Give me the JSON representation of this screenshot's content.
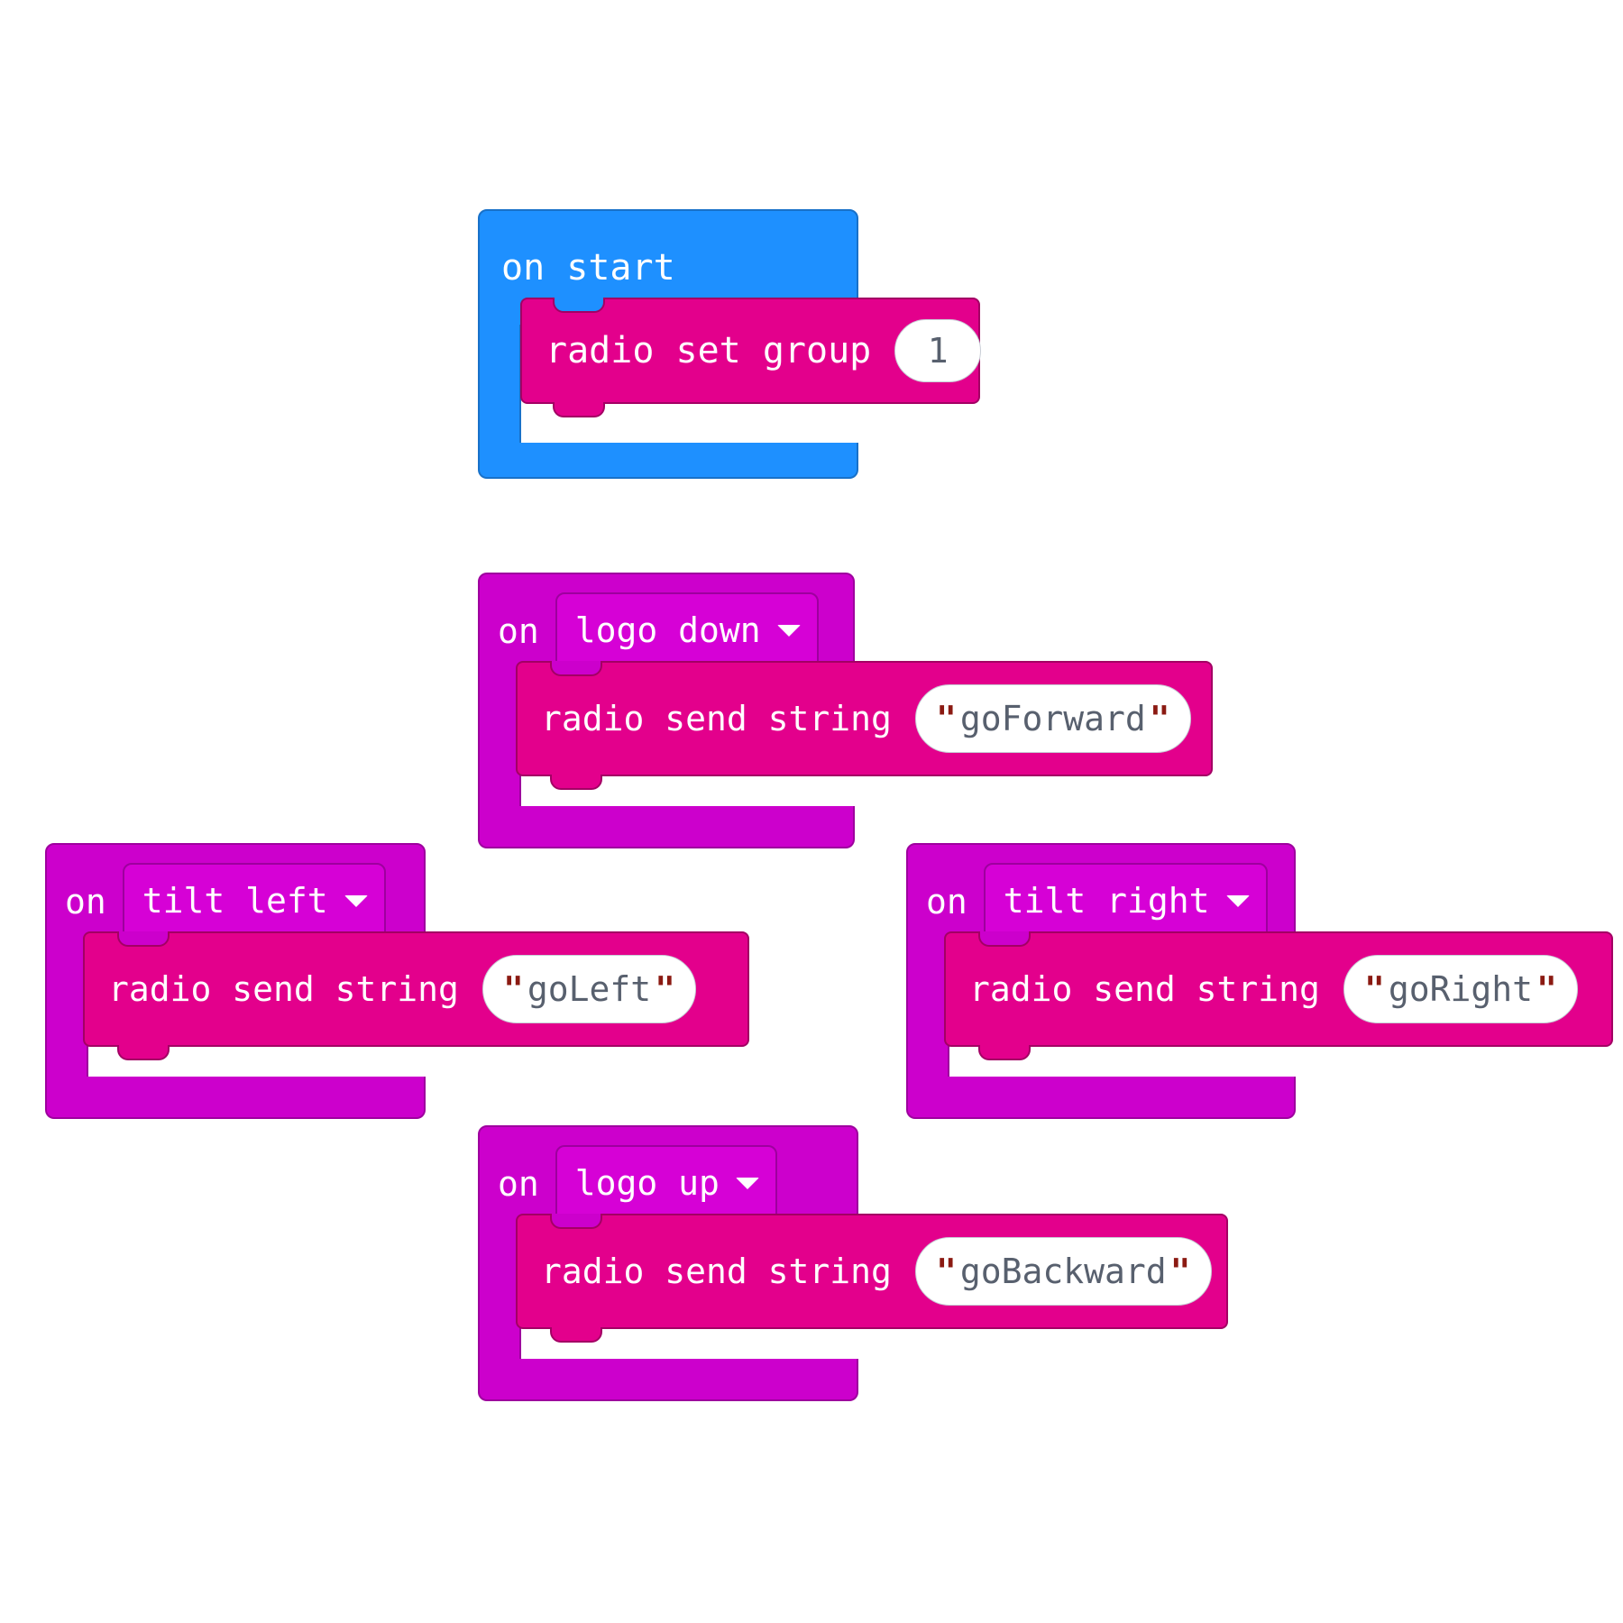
{
  "editor": {
    "name": "makecode-blocks-workspace",
    "background": "#ffffff"
  },
  "palette": {
    "event_start_fill": "#1E90FF",
    "event_start_border": "#1871C9",
    "event_input_fill": "#CC00CC",
    "event_input_border": "#9E009E",
    "event_input_field_fill": "#D601D6",
    "event_input_field_border": "#9E009E",
    "radio_fill": "#E3008C",
    "radio_border": "#A30064",
    "field_text": "#58606e",
    "field_bg": "#ffffff",
    "quote_color": "#8b1a12",
    "block_text": "#ffffff"
  },
  "scripts": [
    {
      "id": "script-on-start",
      "event": {
        "kind": "on-start",
        "on_label": "on start",
        "has_dropdown": false
      },
      "statement": {
        "kind": "radio-set-group",
        "label": "radio set group",
        "field_type": "number",
        "value": "1"
      }
    },
    {
      "id": "script-logo-down",
      "event": {
        "kind": "on-input-event",
        "on_label": "on",
        "has_dropdown": true,
        "dropdown_value": "logo down",
        "dropdown_icon": "chevron-down-icon"
      },
      "statement": {
        "kind": "radio-send-string",
        "label": "radio send string",
        "field_type": "string",
        "value": "goForward",
        "quote_left": "\"",
        "quote_right": "\""
      }
    },
    {
      "id": "script-tilt-left",
      "event": {
        "kind": "on-input-event",
        "on_label": "on",
        "has_dropdown": true,
        "dropdown_value": "tilt left",
        "dropdown_icon": "chevron-down-icon"
      },
      "statement": {
        "kind": "radio-send-string",
        "label": "radio send string",
        "field_type": "string",
        "value": "goLeft",
        "quote_left": "\"",
        "quote_right": "\""
      }
    },
    {
      "id": "script-tilt-right",
      "event": {
        "kind": "on-input-event",
        "on_label": "on",
        "has_dropdown": true,
        "dropdown_value": "tilt right",
        "dropdown_icon": "chevron-down-icon"
      },
      "statement": {
        "kind": "radio-send-string",
        "label": "radio send string",
        "field_type": "string",
        "value": "goRight",
        "quote_left": "\"",
        "quote_right": "\""
      }
    },
    {
      "id": "script-logo-up",
      "event": {
        "kind": "on-input-event",
        "on_label": "on",
        "has_dropdown": true,
        "dropdown_value": "logo up",
        "dropdown_icon": "chevron-down-icon"
      },
      "statement": {
        "kind": "radio-send-string",
        "label": "radio send string",
        "field_type": "string",
        "value": "goBackward",
        "quote_left": "\"",
        "quote_right": "\""
      }
    }
  ]
}
